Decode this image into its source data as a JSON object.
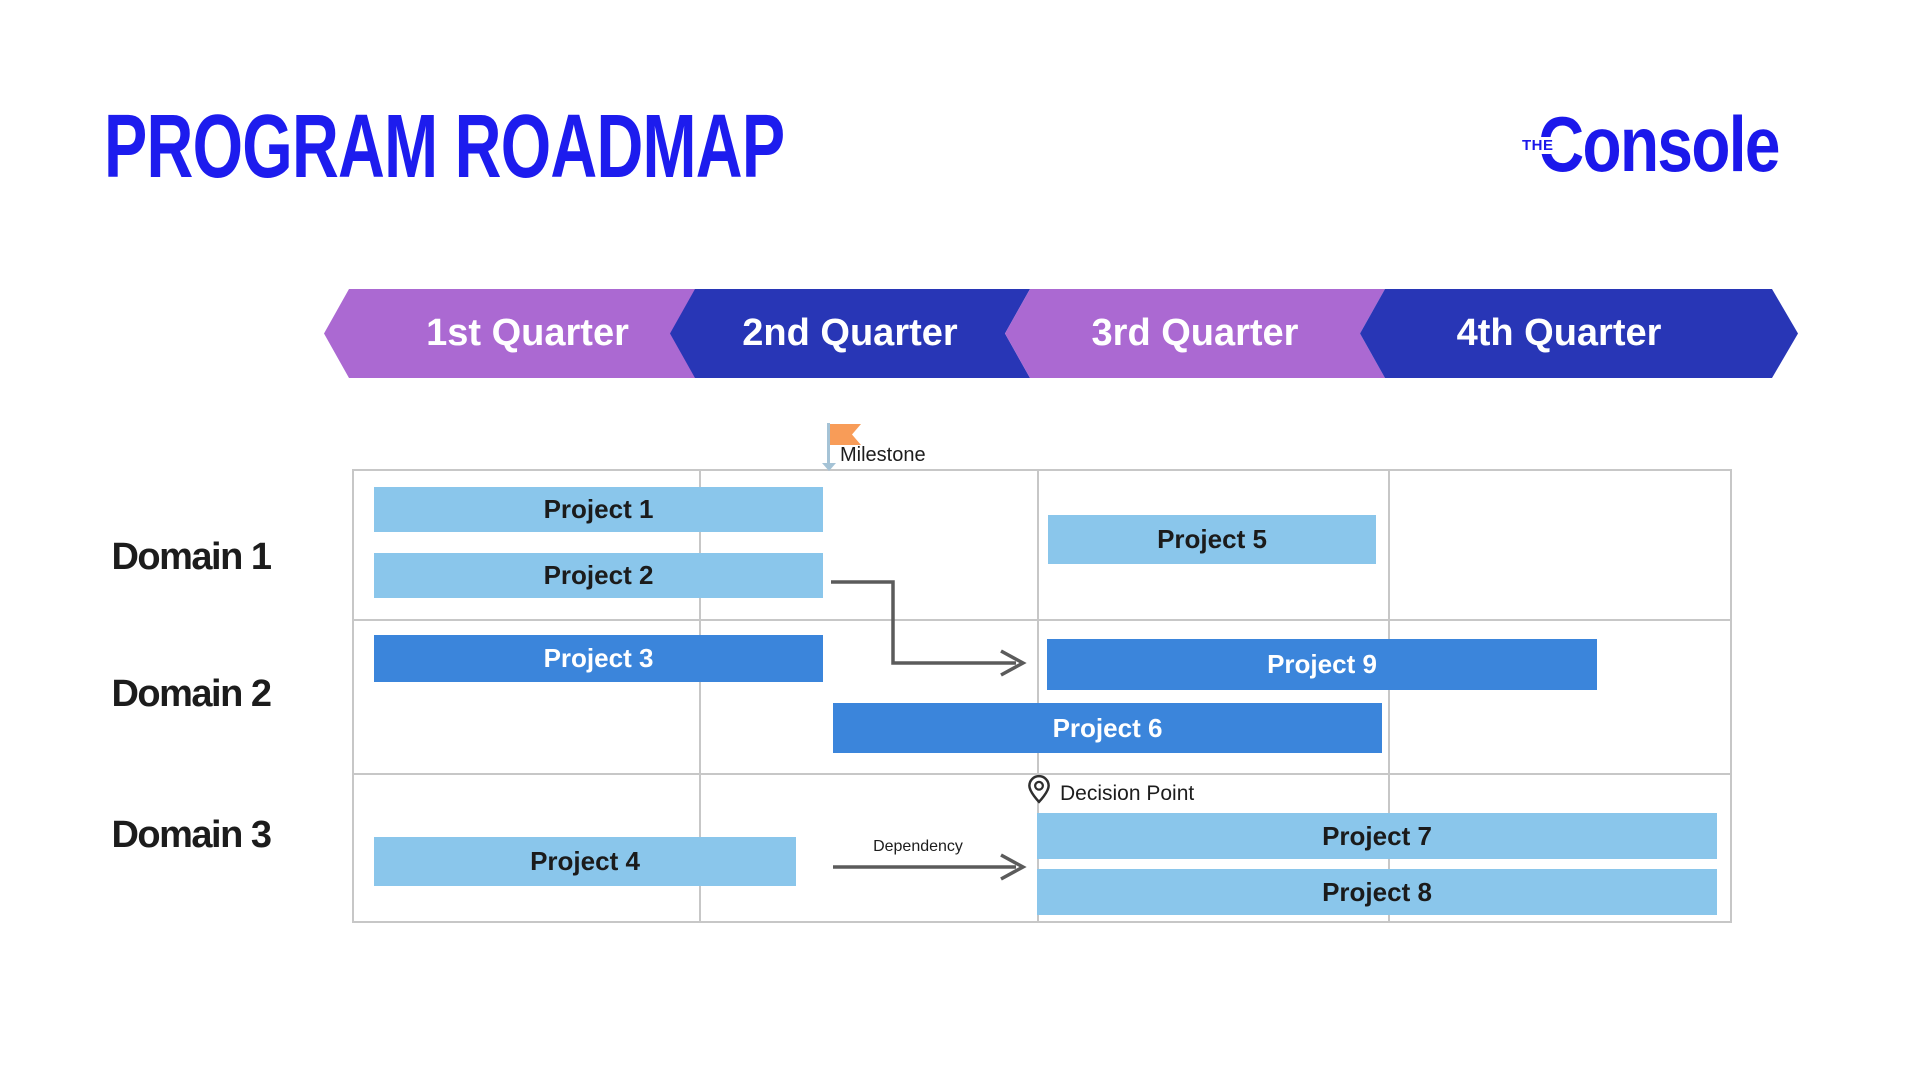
{
  "header": {
    "title": "PROGRAM ROADMAP",
    "logo": {
      "prefix": "THE",
      "name": "Console"
    }
  },
  "quarters": [
    {
      "label": "1st Quarter",
      "color": "#AB69D2"
    },
    {
      "label": "2nd Quarter",
      "color": "#2836B6"
    },
    {
      "label": "3rd Quarter",
      "color": "#AB69D2"
    },
    {
      "label": "4th Quarter",
      "color": "#2836B6"
    }
  ],
  "domains": [
    {
      "label": "Domain 1",
      "projects": [
        {
          "label": "Project 1",
          "quarters": "Q1-Q2",
          "style": "light"
        },
        {
          "label": "Project 2",
          "quarters": "Q1-Q2",
          "style": "light"
        },
        {
          "label": "Project 5",
          "quarters": "Q3",
          "style": "light"
        }
      ]
    },
    {
      "label": "Domain 2",
      "projects": [
        {
          "label": "Project 3",
          "quarters": "Q1-Q2",
          "style": "medium"
        },
        {
          "label": "Project 9",
          "quarters": "Q3-Q4",
          "style": "medium"
        },
        {
          "label": "Project 6",
          "quarters": "Q2-Q3",
          "style": "medium"
        }
      ]
    },
    {
      "label": "Domain 3",
      "projects": [
        {
          "label": "Project 4",
          "quarters": "Q1-Q2",
          "style": "light"
        },
        {
          "label": "Project 7",
          "quarters": "Q3-Q4",
          "style": "light"
        },
        {
          "label": "Project 8",
          "quarters": "Q3-Q4",
          "style": "light"
        }
      ]
    }
  ],
  "annotations": {
    "milestone": "Milestone",
    "decision_point": "Decision Point",
    "dependency": "Dependency"
  },
  "colors": {
    "accent_blue": "#1D1CEE",
    "chevron_purple": "#AB69D2",
    "chevron_blue": "#2836B6",
    "bar_light_blue": "#8AC6EB",
    "bar_medium_blue": "#3B85DB",
    "grid_line": "#C7C7C7",
    "arrow_gray": "#5B5B5B",
    "flag_orange": "#F89C58"
  }
}
